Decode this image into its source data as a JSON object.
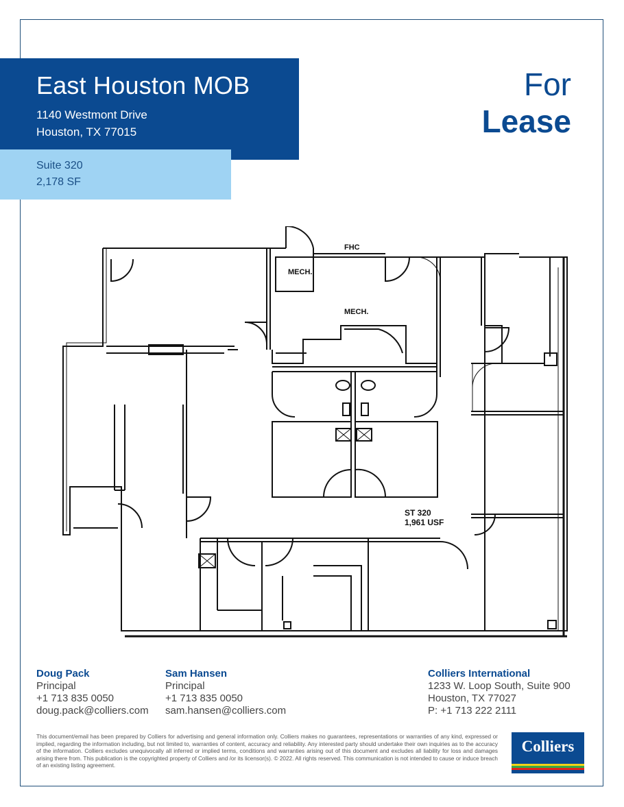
{
  "header": {
    "title": "East Houston MOB",
    "address_line1": "1140 Westmont Drive",
    "address_line2": "Houston, TX 77015",
    "suite": "Suite 320",
    "size": "2,178 SF",
    "for_label": "For",
    "lease_label": "Lease"
  },
  "floorplan": {
    "labels": {
      "fhc": "FHC",
      "mech1": "MECH.",
      "mech2": "MECH.",
      "suite_id": "ST 320",
      "usf": "1,961 USF"
    }
  },
  "contacts": [
    {
      "name": "Doug Pack",
      "title": "Principal",
      "phone": "+1 713 835 0050",
      "email": "doug.pack@colliers.com"
    },
    {
      "name": "Sam Hansen",
      "title": "Principal",
      "phone": "+1 713 835 0050",
      "email": "sam.hansen@colliers.com"
    }
  ],
  "company": {
    "name": "Colliers International",
    "address_line1": "1233 W. Loop South, Suite 900",
    "address_line2": "Houston, TX 77027",
    "phone": "P: +1 713 222 2111"
  },
  "disclaimer": "This document/email has been prepared by Colliers for advertising and general information only. Colliers makes no guarantees, representations or warranties of any kind, expressed or implied, regarding the information including, but not limited to, warranties of content, accuracy and reliability. Any interested party should undertake their own inquiries as to the accuracy of the information. Colliers excludes unequivocally all inferred or implied terms, conditions and warranties arising out of this document and excludes all liability for loss and damages arising there from. This publication is the copyrighted property of Colliers and /or its licensor(s). © 2022. All rights reserved. This communication is not intended to cause or induce breach of an existing listing agreement.",
  "logo": {
    "text": "Colliers",
    "colors": {
      "blue": "#0b4a91",
      "yellow": "#f3d21a",
      "green": "#3aa845",
      "red": "#e2231a"
    }
  },
  "colors": {
    "brand_blue": "#0b4a91",
    "light_blue": "#9fd3f3"
  }
}
